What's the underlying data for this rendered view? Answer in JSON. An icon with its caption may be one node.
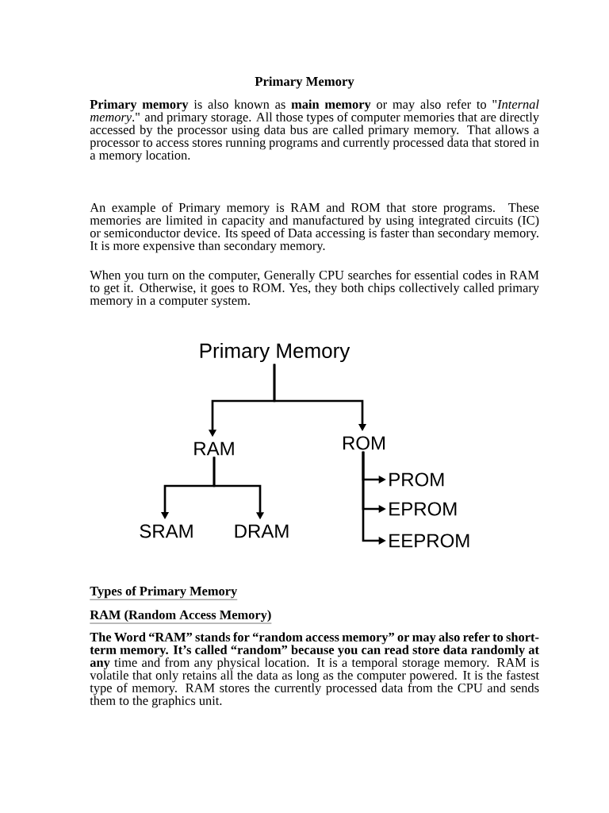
{
  "diagram": {
    "title": "Primary Memory",
    "nodes": [
      {
        "text": [
          "Primary Memory"
        ]
      },
      {
        "text": [
          "RAM"
        ]
      },
      {
        "text": [
          "ROM"
        ]
      },
      {
        "text": [
          "SRAM"
        ]
      },
      {
        "text": [
          "DRAM"
        ]
      },
      {
        "text": [
          "PROM"
        ]
      },
      {
        "text": [
          "EPROM"
        ]
      },
      {
        "text": [
          "EEPROM"
        ]
      }
    ],
    "edges": [
      {
        "from": 0,
        "to": 1,
        "arrow": "to"
      },
      {
        "from": 0,
        "to": 2,
        "arrow": "to"
      },
      {
        "from": 1,
        "to": 3,
        "arrow": "to"
      },
      {
        "from": 1,
        "to": 4,
        "arrow": "to"
      },
      {
        "from": 2,
        "to": 5,
        "arrow": "to"
      },
      {
        "from": 2,
        "to": 6,
        "arrow": "to"
      },
      {
        "from": 2,
        "to": 7,
        "arrow": "to"
      }
    ],
    "labels": [
      "**Primary memory** is also known as **main memory** or may also refer to \"*Internal memory*.\" and primary storage. All those types of computer memories that are directly accessed by the processor using data bus are called primary memory. That allows a processor to access stores running programs and currently processed data that stored in a memory location.",
      "An example of Primary memory is RAM and ROM that store programs. These memories are limited in capacity and manufactured by using integrated circuits (IC) or semiconductor device. Its speed of Data accessing is faster than secondary memory. It is more expensive than secondary memory.",
      "When you turn on the computer, Generally CPU searches for essential codes in RAM to get it. Otherwise, it goes to ROM. Yes, they both chips collectively called primary memory in a computer system.",
      "Types of Primary Memory",
      "RAM (Random Access Memory)",
      "**The Word “RAM” stands for “random access memory” or may also refer to short-term memory. It’s called “random” because you can read store data randomly at any** time and from any physical location. It is a temporal storage memory. RAM is volatile that only retains all the data as long as the computer powered. It is the fastest type of memory. RAM stores the currently processed data from the CPU and sends them to the graphics unit."
    ]
  }
}
